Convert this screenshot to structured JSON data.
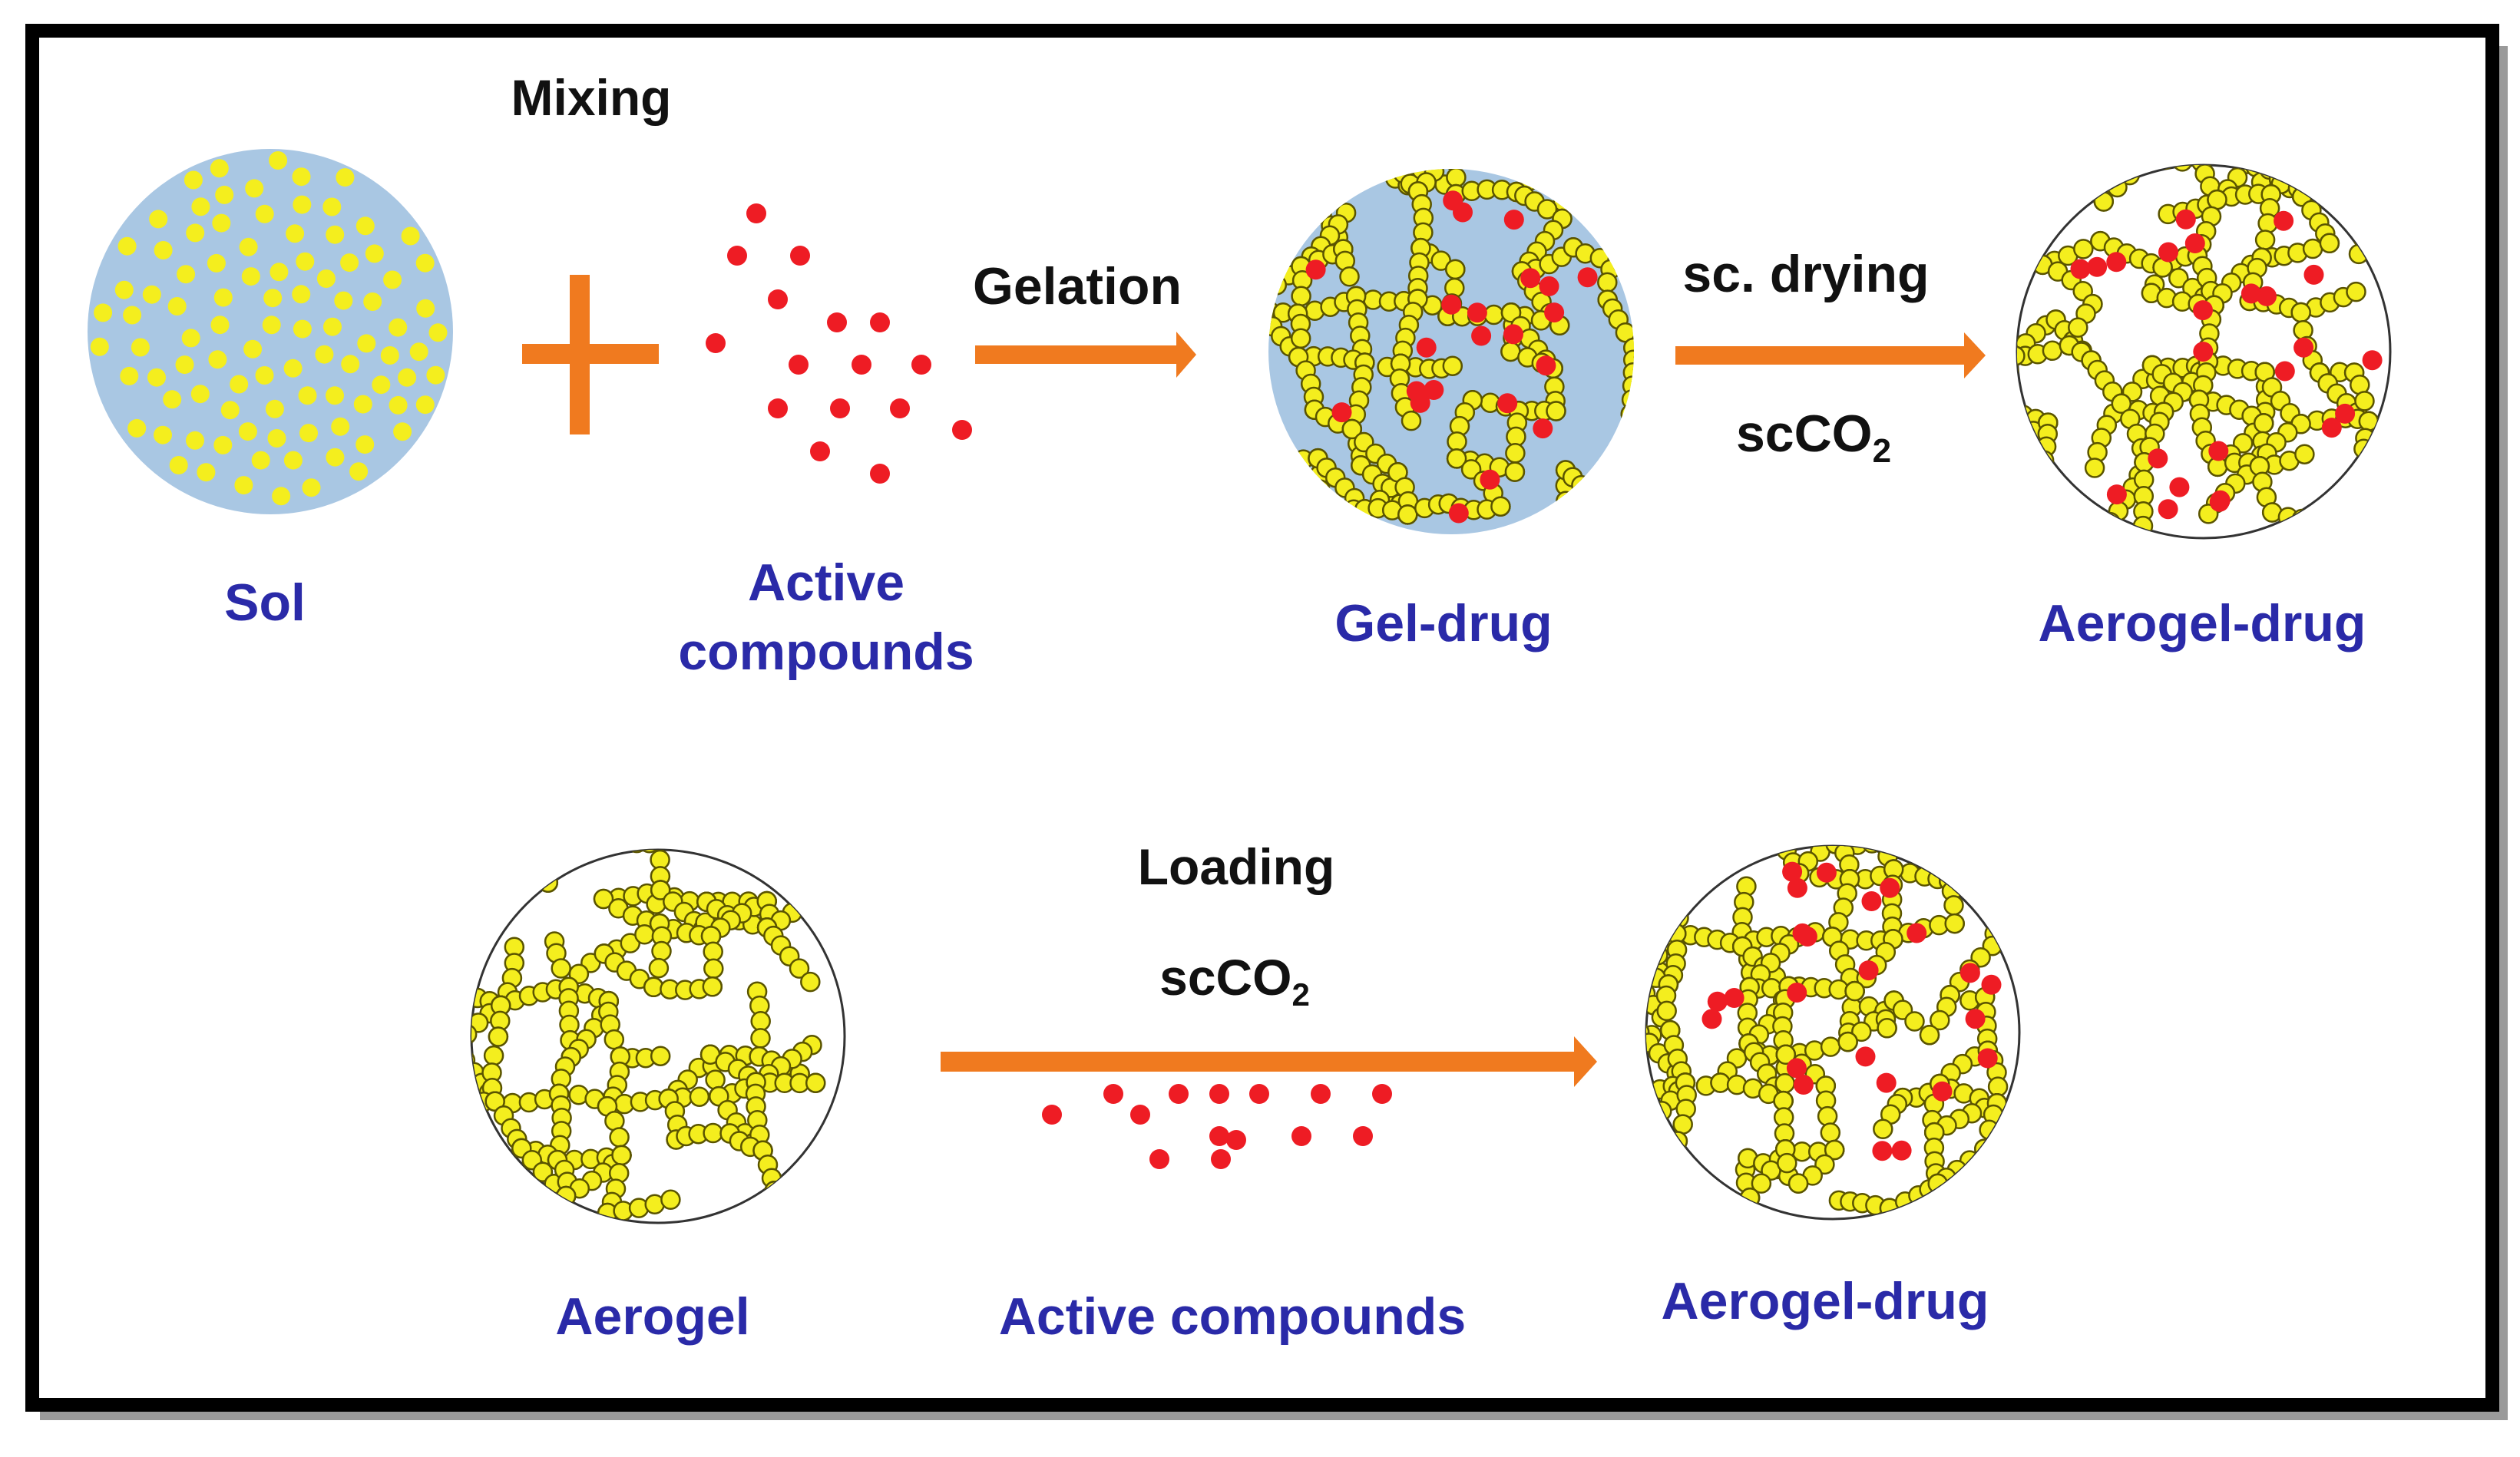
{
  "colors": {
    "frame": "#000000",
    "shadow": "#9a9a9a",
    "label_blue": "#2a2aa8",
    "process_text": "#111111",
    "arrow_orange": "#f07a1f",
    "sol_blue": "#a9c7e3",
    "silica_yellow": "#f4ee1e",
    "silica_outline": "#5a5400",
    "drug_red": "#ee1c24",
    "circle_outline": "#333333"
  },
  "top_row": {
    "mixing_label": "Mixing",
    "plus_icon": "plus-sign",
    "gelation_label": "Gelation",
    "sc_drying_label": "sc. drying",
    "scco2_label": "scCO",
    "scco2_subscript": "2",
    "sol_label": "Sol",
    "active_compounds_line1": "Active",
    "active_compounds_line2": "compounds",
    "gel_drug_label": "Gel-drug",
    "aerogel_drug_label": "Aerogel-drug"
  },
  "bottom_row": {
    "loading_label": "Loading",
    "scco2_label": "scCO",
    "scco2_subscript": "2",
    "aerogel_label": "Aerogel",
    "active_compounds_label": "Active compounds",
    "aerogel_drug_label": "Aerogel-drug"
  }
}
